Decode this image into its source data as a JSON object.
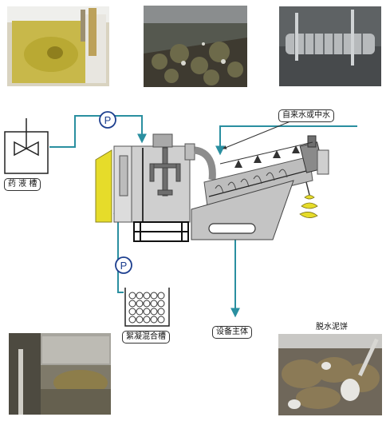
{
  "labels": {
    "chemical_tank": "药 液 槽",
    "flocculation_tank": "絮凝混合槽",
    "tap_water": "自来水或中水",
    "equipment_body": "设备主体",
    "dewatered_sludge": "脱水泥饼"
  },
  "pump_symbol": "P",
  "colors": {
    "pipe": "#2a8fa0",
    "machine_gray": "#c9c9c9",
    "machine_dark": "#6e6e6e",
    "yellow_panel": "#e6dc2a",
    "pump_ring": "#1d3f8f"
  }
}
